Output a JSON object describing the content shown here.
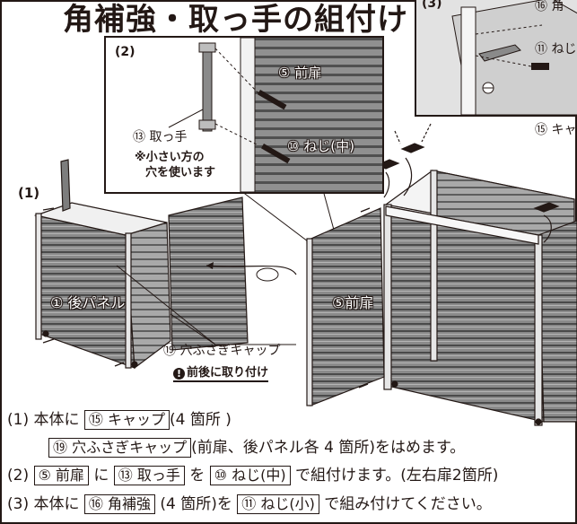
{
  "title": "角補強・取っ手の組付け",
  "step_labels": {
    "s1": "(1)",
    "s2": "(2)",
    "s3": "(3)"
  },
  "panel2": {
    "door_label": "⑤ 前扉",
    "screw_label": "⑩ ねじ(中)",
    "handle_label": "⑬ 取っ手",
    "note_line1": "※小さい方の",
    "note_line2": "穴を使います"
  },
  "panel3": {
    "corner_label": "⑯ 角",
    "screw_label": "⑪ ねじ"
  },
  "main": {
    "rear_panel_label": "① 後パネル",
    "front_door_label": "⑤前扉",
    "hole_cap_label": "⑲ 穴ふさぎキャップ",
    "cap_label": "⑮ キャ",
    "warning": "前後に取り付け",
    "warning_icon": "!"
  },
  "instructions": {
    "line1_prefix": "(1) 本体に",
    "line1_box": "⑮ キャップ",
    "line1_suffix": "(4 箇所 )",
    "line2_box": "⑲ 穴ふさぎキャップ",
    "line2_suffix": "(前扉、後パネル各 4 箇所)をはめます。",
    "line3_prefix": "(2)",
    "line3_box1": "⑤ 前扉",
    "line3_mid1": "に",
    "line3_box2": "⑬ 取っ手",
    "line3_mid2": "を",
    "line3_box3": "⑩ ねじ(中)",
    "line3_suffix": "で組付けます。(左右扉2箇所)",
    "line4_prefix": "(3) 本体に",
    "line4_box1": "⑯ 角補強",
    "line4_mid": "(4 箇所)を",
    "line4_box2": "⑪ ねじ(小)",
    "line4_suffix": "で組み付けてください。"
  },
  "colors": {
    "ink": "#231815",
    "panel": "#7d7d7d",
    "panel_dark": "#4a4a4a",
    "bg": "#ffffff"
  }
}
